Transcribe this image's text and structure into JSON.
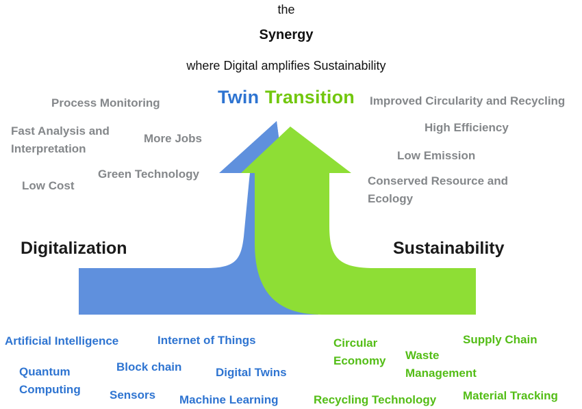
{
  "header": {
    "intro": "the",
    "title": "Synergy",
    "subtitle": "where Digital amplifies Sustainability"
  },
  "main_title": {
    "word_digital": "Twin",
    "word_sustainable": "Transition"
  },
  "branches": {
    "digital": "Digitalization",
    "sustainability": "Sustainability"
  },
  "digital_benefits": [
    "Process Monitoring",
    "Fast Analysis and Interpretation",
    "More Jobs",
    "Green Technology",
    "Low Cost"
  ],
  "sustainability_benefits": [
    "Improved Circularity and Recycling",
    "High Efficiency",
    "Low Emission",
    "Conserved Resource and Ecology"
  ],
  "digital_technologies": [
    "Artificial Intelligence",
    "Internet of Things",
    "Quantum Computing",
    "Block chain",
    "Digital Twins",
    "Sensors",
    "Machine Learning"
  ],
  "sustainability_topics": [
    "Circular Economy",
    "Waste Management",
    "Supply Chain",
    "Recycling Technology",
    "Material Tracking"
  ],
  "colors": {
    "arrow_blue": "#5f90dd",
    "arrow_green": "#8ede35",
    "text_blue": "#2e74d1",
    "text_green": "#53bd16",
    "title_blue": "#2e74d1",
    "title_green": "#72c70e",
    "label_gray": "#84878a",
    "heading_black": "#1a1a1a"
  }
}
